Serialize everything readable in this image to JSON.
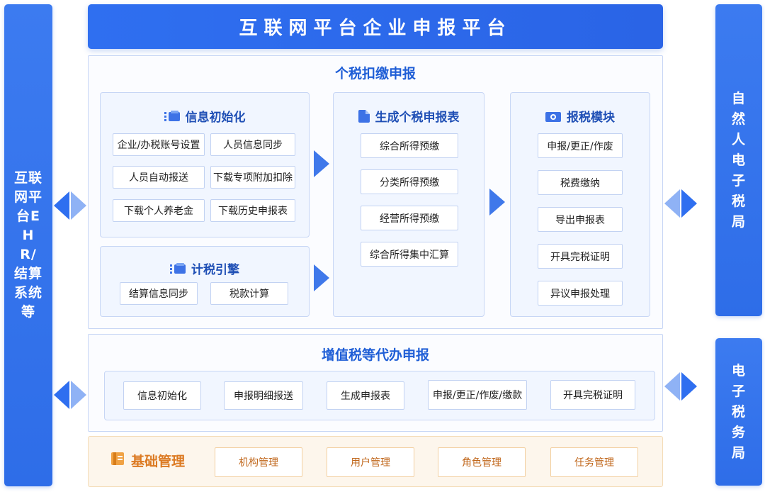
{
  "header": {
    "title": "互联网平台企业申报平台"
  },
  "left_bar": {
    "label": "互联网平台EHR/结算系统等"
  },
  "right_bar_top": {
    "label": "自然人电子税局"
  },
  "right_bar_bottom": {
    "label": "电子税务局"
  },
  "personal_tax": {
    "title": "个税扣缴申报",
    "info_init": {
      "title": "信息初始化",
      "icon": "wallet-icon",
      "items": [
        "企业/办税账号设置",
        "人员信息同步",
        "人员自动报送",
        "下载专项附加扣除",
        "下载个人养老金",
        "下载历史申报表"
      ]
    },
    "tax_engine": {
      "title": "计税引擎",
      "icon": "wallet-icon",
      "items": [
        "结算信息同步",
        "税款计算"
      ]
    },
    "generate_report": {
      "title": "生成个税申报表",
      "icon": "document-icon",
      "items": [
        "综合所得预缴",
        "分类所得预缴",
        "经营所得预缴",
        "综合所得集中汇算"
      ]
    },
    "tax_module": {
      "title": "报税模块",
      "icon": "camera-icon",
      "items": [
        "申报/更正/作废",
        "税费缴纳",
        "导出申报表",
        "开具完税证明",
        "异议申报处理"
      ]
    }
  },
  "vat": {
    "title": "增值税等代办申报",
    "items": [
      "信息初始化",
      "申报明细报送",
      "生成申报表",
      "申报/更正/作废/缴款",
      "开具完税证明"
    ]
  },
  "base": {
    "title": "基础管理",
    "icon": "book-icon",
    "items": [
      "机构管理",
      "用户管理",
      "角色管理",
      "任务管理"
    ]
  },
  "colors": {
    "primary": "#2f6ff0",
    "panel_border": "#c7d6f5",
    "base_accent": "#dc7a22"
  }
}
